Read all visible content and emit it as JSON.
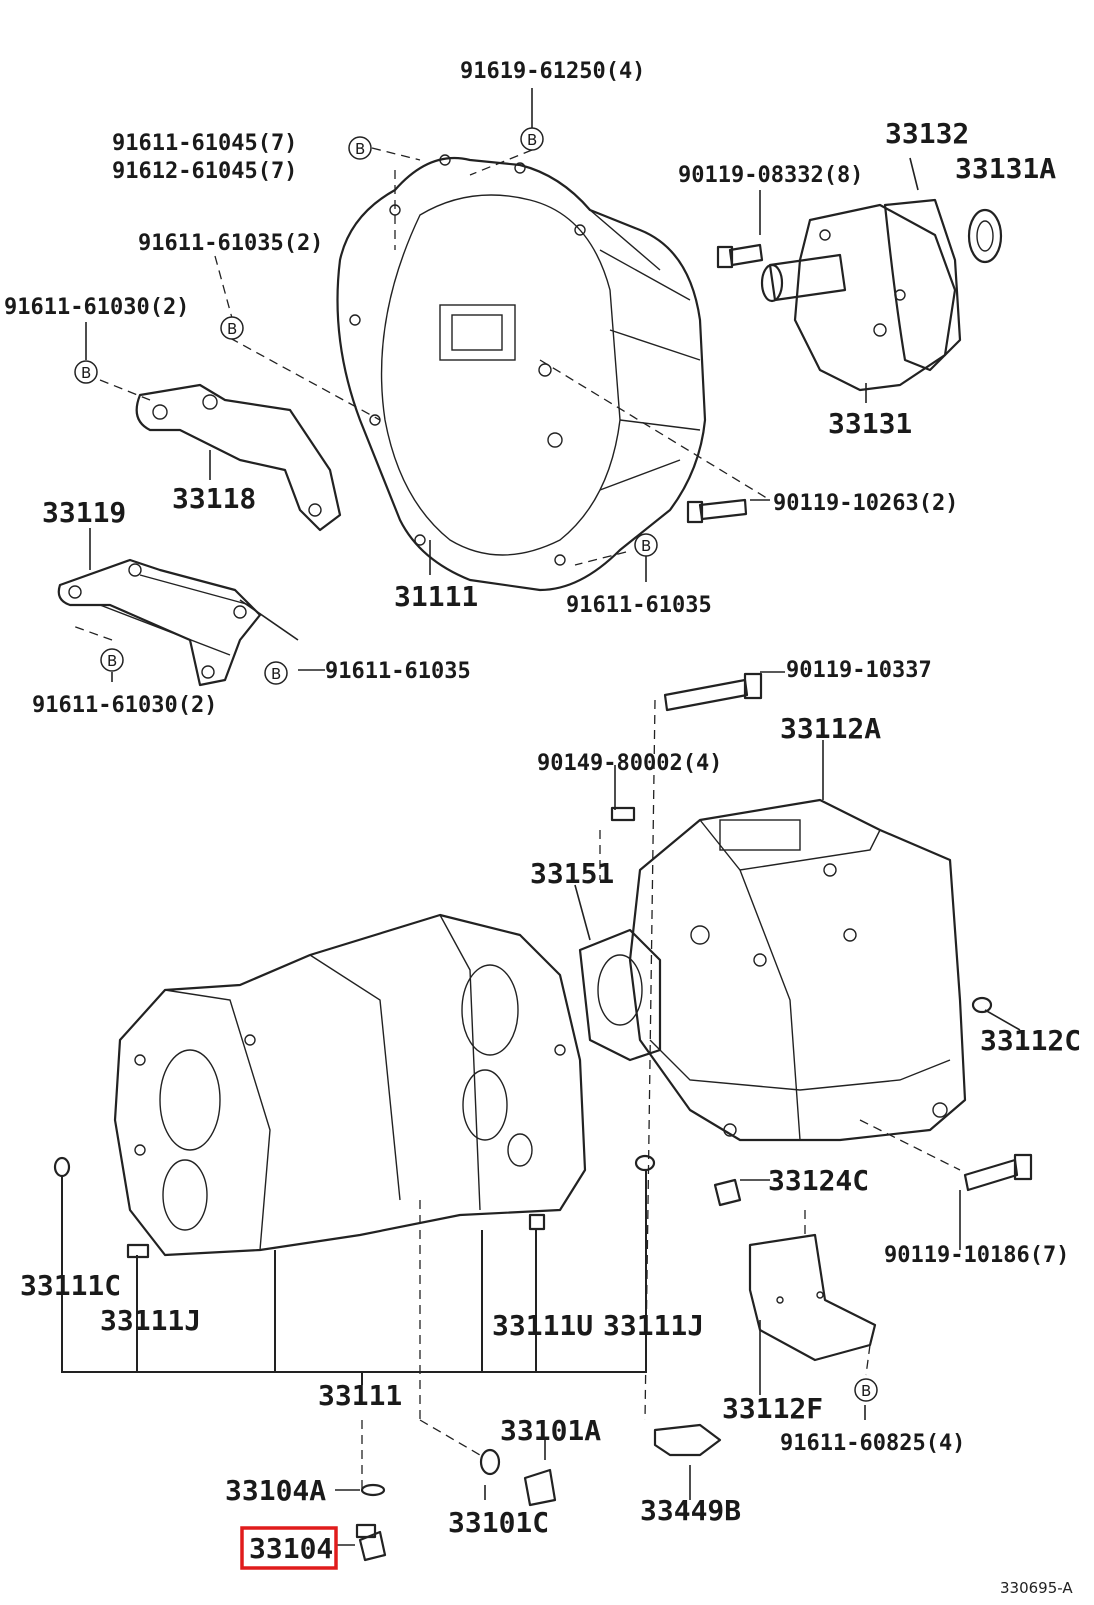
{
  "labels": {
    "p91619_61250": "91619-61250(4)",
    "p91611_61045": "91611-61045(7)",
    "p91612_61045": "91612-61045(7)",
    "p91611_61035_2": "91611-61035(2)",
    "p91611_61030_2a": "91611-61030(2)",
    "p33118": "33118",
    "p33119": "33119",
    "p31111": "31111",
    "p91611_61035a": "91611-61035",
    "p91611_61035b": "91611-61035",
    "p91611_61030_2b": "91611-61030(2)",
    "p33132": "33132",
    "p33131A": "33131A",
    "p90119_08332": "90119-08332(8)",
    "p33131": "33131",
    "p90119_10263": "90119-10263(2)",
    "p90119_10337": "90119-10337",
    "p33112A": "33112A",
    "p90149_80002": "90149-80002(4)",
    "p33151": "33151",
    "p33112C": "33112C",
    "p33124C": "33124C",
    "p90119_10186": "90119-10186(7)",
    "p33111C": "33111C",
    "p33111J_a": "33111J",
    "p33111U": "33111U",
    "p33111J_b": "33111J",
    "p33111": "33111",
    "p33112F": "33112F",
    "p91611_60825": "91611-60825(4)",
    "p33101A": "33101A",
    "p33104A": "33104A",
    "p33101C": "33101C",
    "p33449B": "33449B",
    "p33104": "33104",
    "ref_code": "330695-A"
  },
  "b_marker": "B",
  "highlighted_part": "33104",
  "colors": {
    "ink": "#222222",
    "highlight": "#e01b1b",
    "background": "#ffffff"
  }
}
